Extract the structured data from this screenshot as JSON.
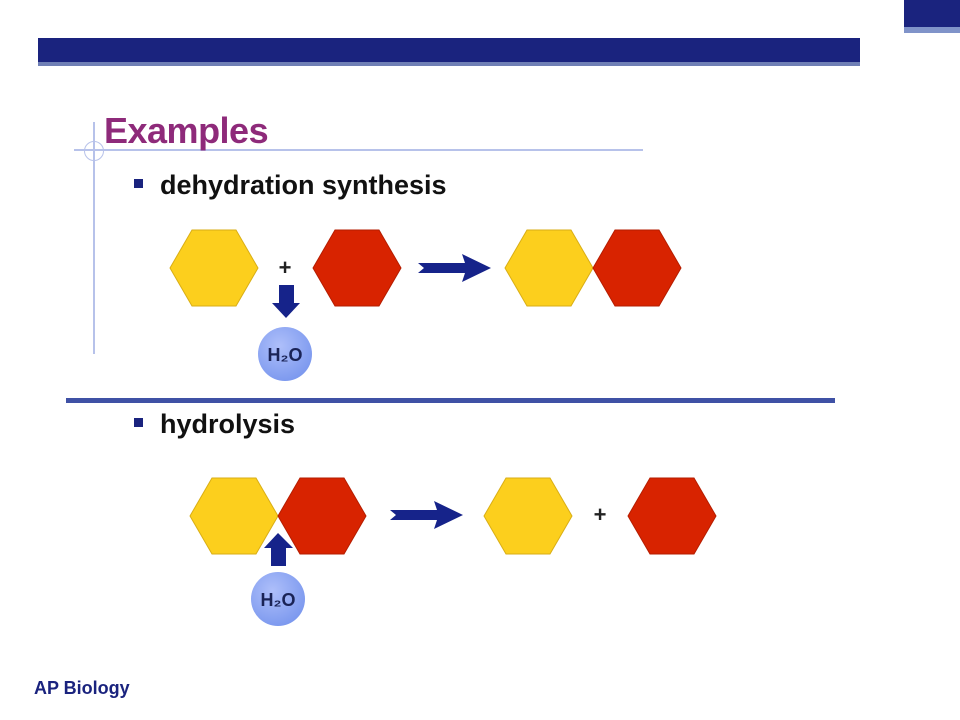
{
  "slide": {
    "title": "Examples",
    "footer": "AP Biology"
  },
  "sections": [
    {
      "heading": "dehydration synthesis",
      "plus": "+",
      "water_label": "H₂O"
    },
    {
      "heading": "hydrolysis",
      "plus": "+",
      "water_label": "H₂O"
    }
  ],
  "colors": {
    "banner": "#1a237e",
    "title": "#8e2a7a",
    "yellow_hexagon": "#fccf1d",
    "red_hexagon": "#d82300",
    "arrow": "#16238a",
    "water_circle": "#8ca6f2"
  }
}
